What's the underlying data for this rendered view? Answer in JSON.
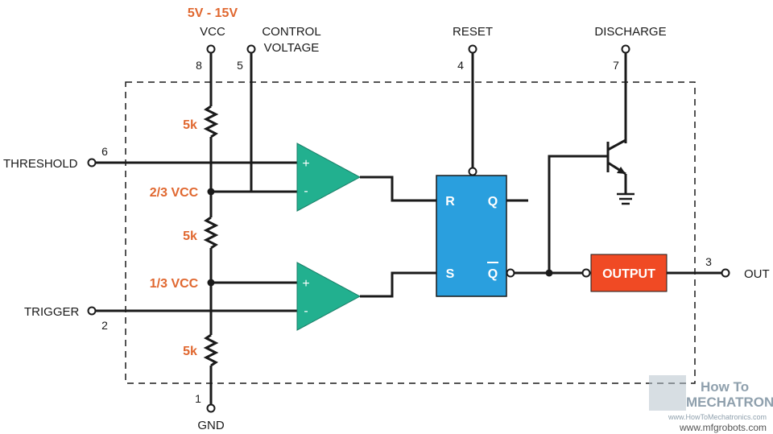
{
  "supply_range": "5V - 15V",
  "pins": {
    "vcc": {
      "label": "VCC",
      "number": "8"
    },
    "control": {
      "label_line1": "CONTROL",
      "label_line2": "VOLTAGE",
      "number": "5"
    },
    "reset": {
      "label": "RESET",
      "number": "4"
    },
    "discharge": {
      "label": "DISCHARGE",
      "number": "7"
    },
    "threshold": {
      "label": "THRESHOLD",
      "number": "6"
    },
    "trigger": {
      "label": "TRIGGER",
      "number": "2"
    },
    "out": {
      "label": "OUT",
      "number": "3"
    },
    "gnd": {
      "label": "GND",
      "number": "1"
    }
  },
  "divider": {
    "resistors": [
      "5k",
      "5k",
      "5k"
    ],
    "taps": [
      "2/3 VCC",
      "1/3 VCC"
    ]
  },
  "comparators": {
    "plus": "+",
    "minus": "-"
  },
  "flipflop": {
    "r": "R",
    "s": "S",
    "q": "Q",
    "qbar": "Q"
  },
  "output_block": "OUTPUT",
  "colors": {
    "comparator": "#22b08f",
    "flipflop": "#2a9fde",
    "output": "#f04a24",
    "accent_text": "#e0672f"
  },
  "watermark": {
    "line1": "How To",
    "line2": "MECHATRONICS",
    "line3": "www.HowToMechatronics.com",
    "line4": "www.mfgrobots.com"
  }
}
